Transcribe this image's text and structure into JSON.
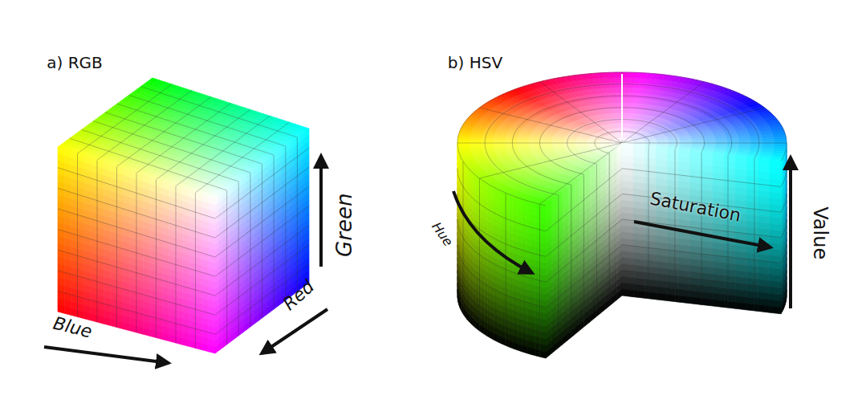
{
  "diagram": {
    "labels": [
      "a) RGB",
      "b) HSV",
      "Blue",
      "Red",
      "Green",
      "Hue",
      "Saturation",
      "Value"
    ]
  }
}
